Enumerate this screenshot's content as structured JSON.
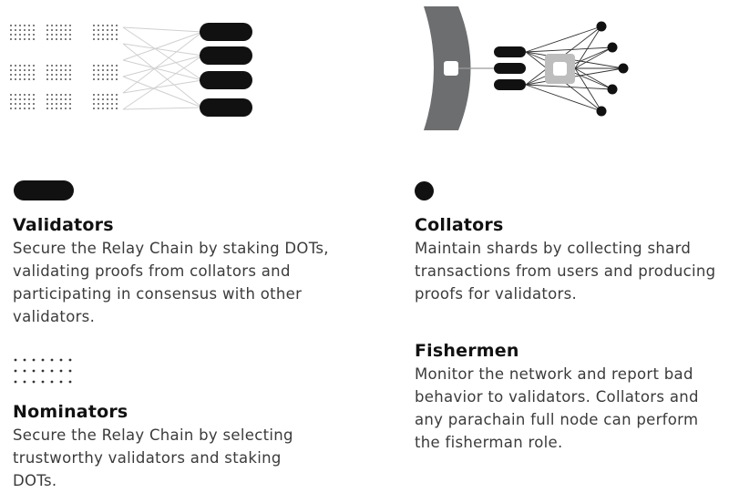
{
  "colors": {
    "primary": "#111111",
    "text": "#3b3b3b",
    "relay_chain_gray": "#6d6e70",
    "collator_box_gray": "#bdbdbd",
    "connector_gray": "#d0d0d0"
  },
  "diagrams": {
    "left": {
      "icon": "validators-nominators-network-diagram"
    },
    "right": {
      "icon": "relay-chain-collator-network-diagram"
    }
  },
  "roles": [
    {
      "icon": "validator-pill-icon",
      "title": "Validators",
      "description_lines": [
        "Secure the Relay Chain by staking DOTs,",
        "validating proofs from collators and",
        "participating in consensus with other",
        "validators."
      ]
    },
    {
      "icon": "nominator-dots-icon",
      "title": "Nominators",
      "description_lines": [
        "Secure the Relay Chain by selecting",
        "trustworthy validators and staking",
        "DOTs."
      ]
    },
    {
      "icon": "collator-dot-icon",
      "title": "Collators",
      "description_lines": [
        "Maintain shards by collecting shard",
        "transactions from users and producing",
        "proofs for validators."
      ]
    },
    {
      "icon": "none",
      "title": "Fishermen",
      "description_lines": [
        "Monitor the network and report bad",
        "behavior to validators. Collators and",
        "any parachain full node can perform",
        "the fisherman role."
      ]
    }
  ]
}
